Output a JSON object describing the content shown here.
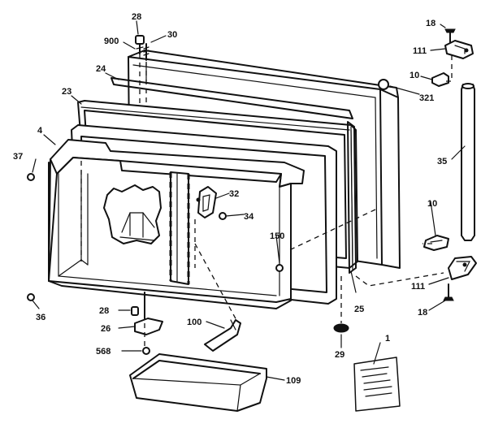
{
  "callouts": {
    "c28a": "28",
    "c900": "900",
    "c30": "30",
    "c24": "24",
    "c23": "23",
    "c4": "4",
    "c37": "37",
    "c321": "321",
    "c18a": "18",
    "c111a": "111",
    "c10a": "10",
    "c35": "35",
    "c32": "32",
    "c34": "34",
    "c150": "150",
    "c10b": "10",
    "c111b": "111",
    "c18b": "18",
    "c25": "25",
    "c29": "29",
    "c36": "36",
    "c28b": "28",
    "c26": "26",
    "c568": "568",
    "c100": "100",
    "c109": "109",
    "c1": "1"
  },
  "icons": {
    "screw": "screw-icon",
    "hinge": "hinge-bracket-icon",
    "bushing": "bushing-icon",
    "washer": "washer-icon"
  },
  "colors": {
    "ink": "#111111",
    "paper": "#ffffff"
  }
}
